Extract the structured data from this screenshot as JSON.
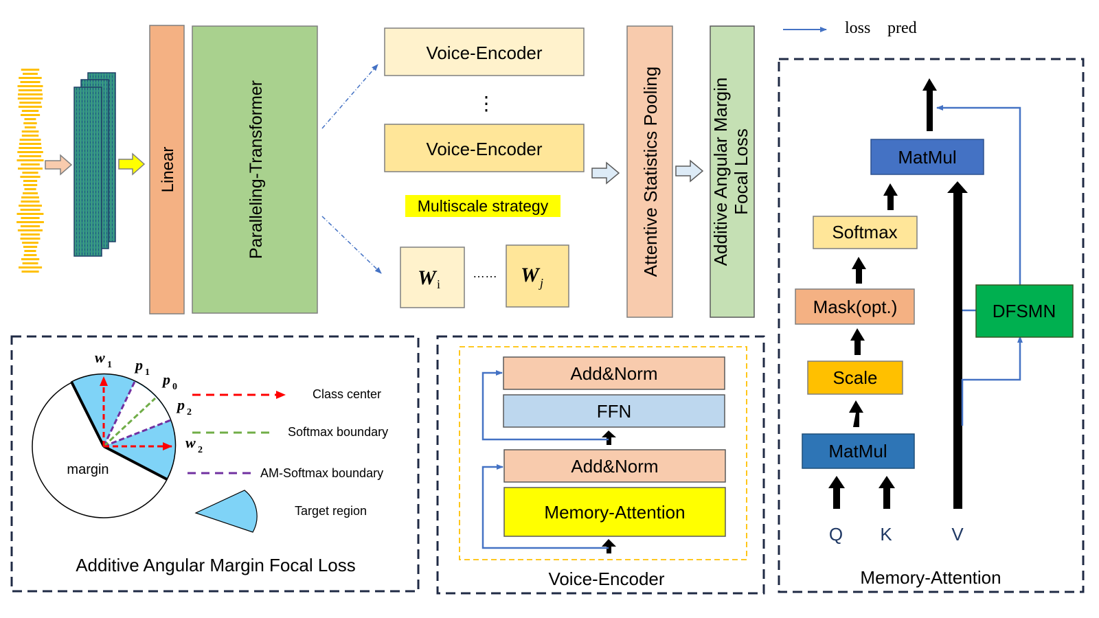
{
  "legend": {
    "loss_label": "loss",
    "pred_label": "pred"
  },
  "pipeline": {
    "linear": "Linear",
    "transformer": "Paralleling-Transformer",
    "encoder_top": "Voice-Encoder",
    "encoder_ellipsis": "⋮",
    "encoder_bottom": "Voice-Encoder",
    "multiscale": "Multiscale strategy",
    "w_i": "W",
    "w_i_sub": "i",
    "w_dots": "……",
    "w_j": "W",
    "w_j_sub": "j",
    "pooling": "Attentive Statistics Pooling",
    "loss_line1": "Additive Angular Margin",
    "loss_line2": "Focal Loss"
  },
  "aam_panel": {
    "title": "Additive Angular Margin Focal Loss",
    "margin": "margin",
    "w1": "w",
    "w1_sub": "1",
    "w2": "w",
    "w2_sub": "2",
    "p0": "p",
    "p0_sub": "0",
    "p1": "p",
    "p1_sub": "1",
    "p2": "p",
    "p2_sub": "2",
    "legend_class_center": "Class center",
    "legend_softmax": "Softmax boundary",
    "legend_am_softmax": "AM-Softmax boundary",
    "legend_target": "Target region"
  },
  "encoder_panel": {
    "title": "Voice-Encoder",
    "add_norm_top": "Add&Norm",
    "ffn": "FFN",
    "add_norm_bottom": "Add&Norm",
    "memory_attention": "Memory-Attention"
  },
  "memory_panel": {
    "title": "Memory-Attention",
    "matmul_top": "MatMul",
    "softmax": "Softmax",
    "mask": "Mask(opt.)",
    "scale": "Scale",
    "matmul_bottom": "MatMul",
    "dfsmn": "DFSMN",
    "q": "Q",
    "k": "K",
    "v": "V"
  },
  "colors": {
    "linear": "#f4b183",
    "transformer": "#a9d18e",
    "encoder_light": "#fff2cc",
    "encoder_dark": "#ffe699",
    "pooling": "#f8cbad",
    "loss_box": "#c5e0b4",
    "highlight": "#ffff00",
    "add_norm": "#f8cbad",
    "ffn": "#bdd7ee",
    "mem_attn": "#ffff00",
    "matmul_top": "#4472c4",
    "matmul_bottom": "#2e75b6",
    "softmax": "#ffe699",
    "mask": "#f4b183",
    "scale": "#ffc000",
    "dfsmn": "#00b050",
    "link_blue": "#4472c4",
    "target_region": "#7fd3f7",
    "class_center": "#ff0000",
    "softmax_boundary": "#70ad47",
    "am_softmax_boundary": "#7030a0",
    "waveform": "#ffc000"
  }
}
